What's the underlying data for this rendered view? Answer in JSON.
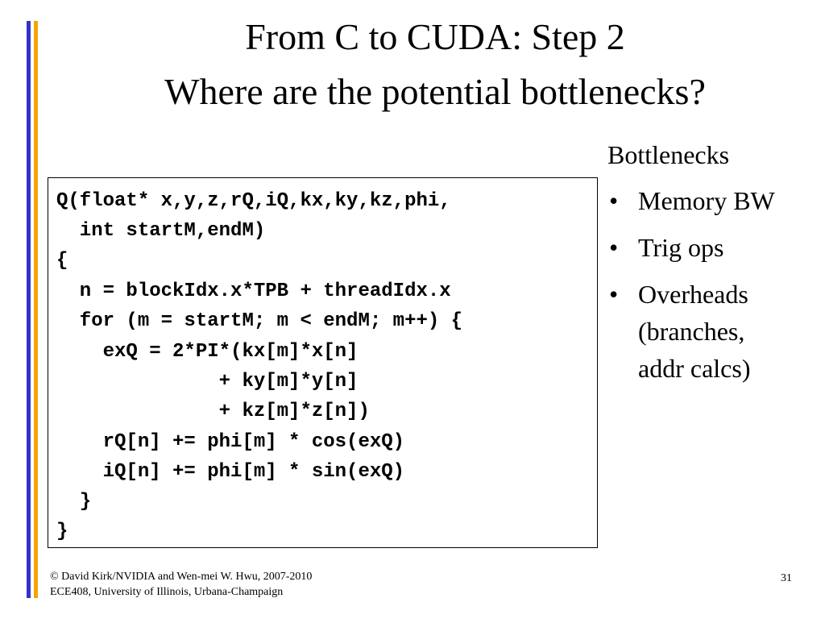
{
  "slide": {
    "title_line1": "From C to CUDA: Step 2",
    "title_line2": "Where are the potential bottlenecks?",
    "code_lines": [
      "Q(float* x,y,z,rQ,iQ,kx,ky,kz,phi,",
      "  int startM,endM)",
      "{",
      "  n = blockIdx.x*TPB + threadIdx.x",
      "  for (m = startM; m < endM; m++) {",
      "    exQ = 2*PI*(kx[m]*x[n]",
      "              + ky[m]*y[n]",
      "              + kz[m]*z[n])",
      "    rQ[n] += phi[m] * cos(exQ)",
      "    iQ[n] += phi[m] * sin(exQ)",
      "  }",
      "}"
    ],
    "bottlenecks": {
      "heading": "Bottlenecks",
      "bullet_char": "•",
      "items": [
        {
          "lines": [
            "Memory BW"
          ]
        },
        {
          "lines": [
            "Trig ops"
          ]
        },
        {
          "lines": [
            "Overheads",
            "(branches,",
            "addr calcs)"
          ]
        }
      ]
    },
    "footer": {
      "line1": "© David Kirk/NVIDIA and Wen-mei W. Hwu, 2007-2010",
      "line2": "ECE408, University of Illinois, Urbana-Champaign"
    },
    "page_number": "31"
  },
  "colors": {
    "left_bar_blue": "#3333cc",
    "left_bar_orange": "#f5a500"
  }
}
